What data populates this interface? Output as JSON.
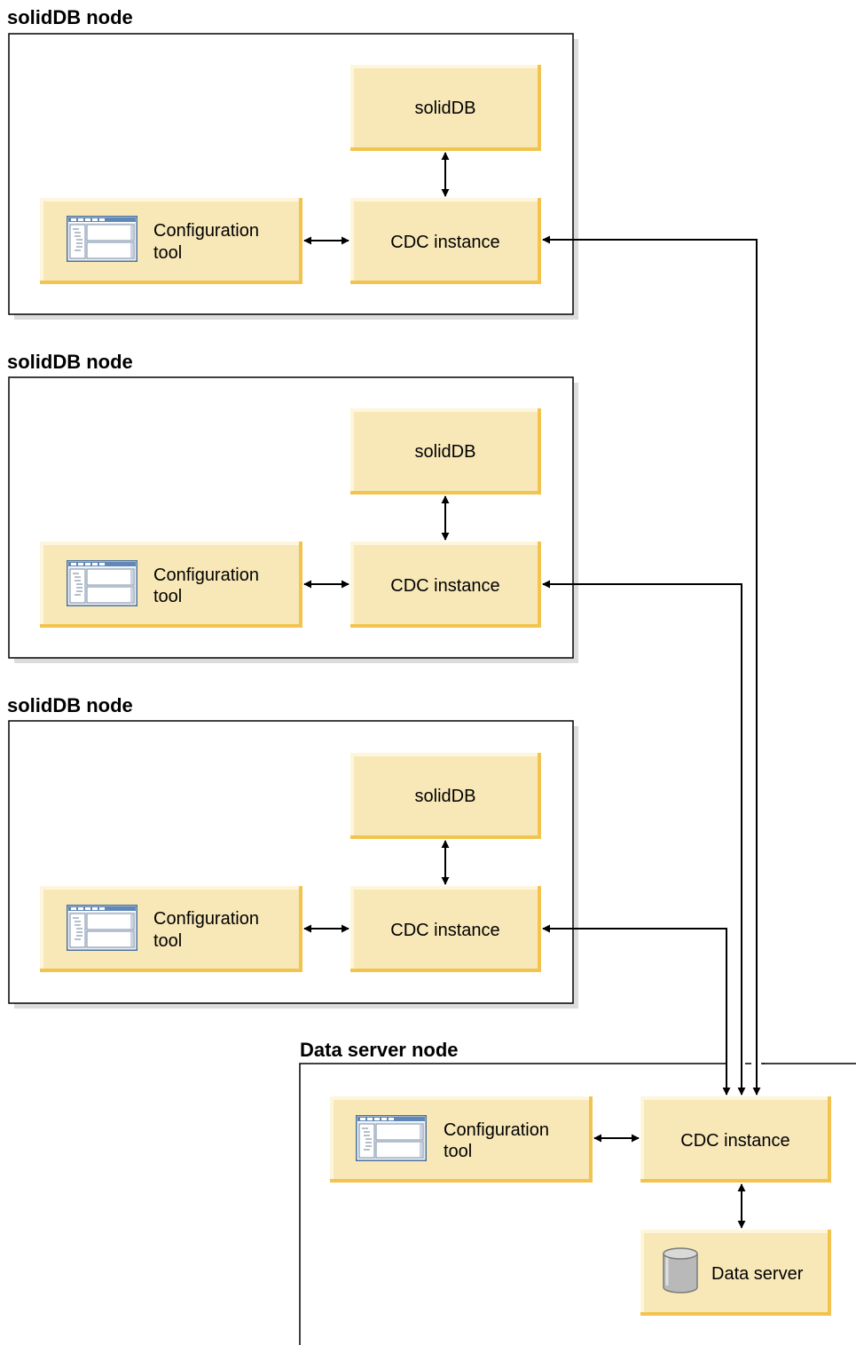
{
  "colors": {
    "box_fill": "#f8e8b8",
    "box_edge": "#f2c44f",
    "box_highlight": "#fdf6dc",
    "frame": "#000000",
    "frame_shadow": "#dcdcdc",
    "connector": "#000000",
    "window_icon_frame": "#4a6f9a",
    "cylinder": "#b9b9b9"
  },
  "solid_nodes": [
    {
      "title": "solidDB node",
      "db_label": "solidDB",
      "cdc_label": "CDC instance",
      "tool_label_line1": "Configuration",
      "tool_label_line2": "tool"
    },
    {
      "title": "solidDB node",
      "db_label": "solidDB",
      "cdc_label": "CDC instance",
      "tool_label_line1": "Configuration",
      "tool_label_line2": "tool"
    },
    {
      "title": "solidDB node",
      "db_label": "solidDB",
      "cdc_label": "CDC instance",
      "tool_label_line1": "Configuration",
      "tool_label_line2": "tool"
    }
  ],
  "data_server_node": {
    "title": "Data server node",
    "tool_label_line1": "Configuration",
    "tool_label_line2": "tool",
    "cdc_label": "CDC instance",
    "data_server_label": "Data server"
  },
  "icons": [
    "window-app-icon",
    "database-cylinder-icon",
    "double-arrow-icon",
    "arrowhead-icon"
  ]
}
